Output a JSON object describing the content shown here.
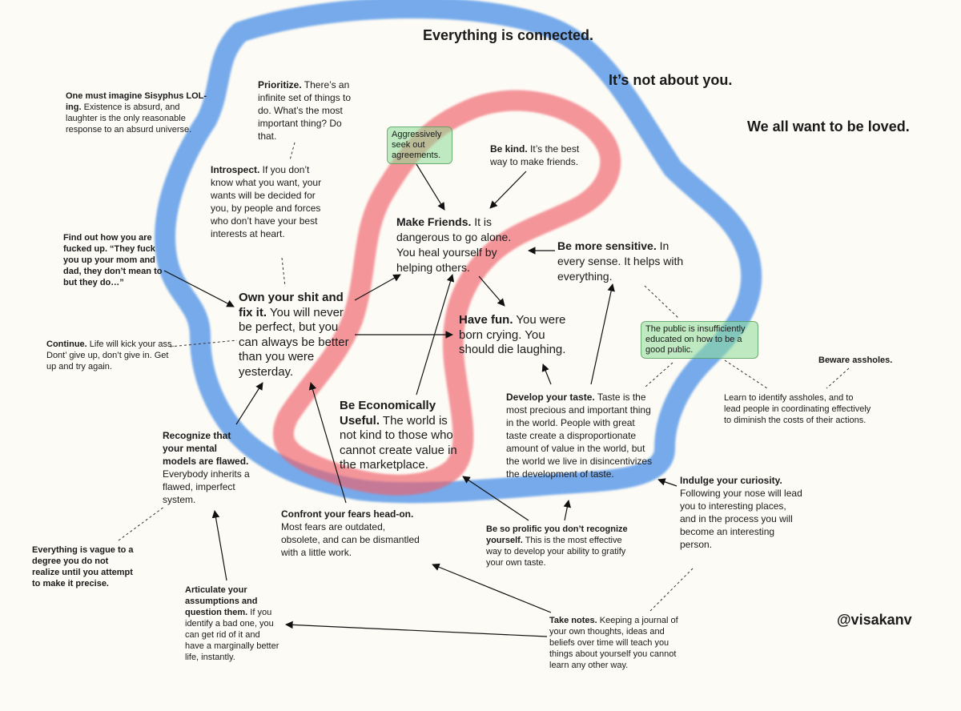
{
  "headlines": {
    "connected": "Everything is connected.",
    "not_about_you": "It’s not about you.",
    "loved": "We all want to be loved."
  },
  "handle": "@visakanv",
  "colors": {
    "blue_loop": "#4a90e8",
    "red_loop": "#f0606a",
    "note_green": "#b8e6bc"
  },
  "notes": {
    "sisyphus": {
      "bold": "One must imagine Sisyphus LOL-ing.",
      "text": " Existence is absurd, and laughter is the only reasonable response to an absurd universe."
    },
    "prioritize": {
      "bold": "Prioritize.",
      "text": " There’s an infinite set of things to do. What’s the most important thing? Do that."
    },
    "aggressively": {
      "text": "Aggressively seek out agreements."
    },
    "be_kind": {
      "bold": "Be kind.",
      "text": " It’s the best way to make friends."
    },
    "introspect": {
      "bold": "Introspect.",
      "text": " If you don’t know what you want, your wants will be decided for you, by people and forces who don’t have your best interests at heart."
    },
    "make_friends": {
      "bold": "Make Friends.",
      "text": " It is dangerous to go alone. You heal yourself by helping others."
    },
    "find_out": {
      "bold": "Find out how you are fucked up. “They fuck you up your mom and dad, they don’t mean to but they do…”",
      "text": ""
    },
    "sensitive": {
      "bold": "Be more sensitive.",
      "text": " In every sense. It helps with everything."
    },
    "own_shit": {
      "bold": "Own your shit and fix it.",
      "text": " You will never be perfect, but you can always be better than you were yesterday."
    },
    "have_fun": {
      "bold": "Have fun.",
      "text": " You were born crying. You should die laughing."
    },
    "public": {
      "text": "The public is insufficiently educated on how to be a good public."
    },
    "continue": {
      "bold": "Continue.",
      "text": " Life will kick your ass. Dont’ give up, don’t give in. Get up and try again."
    },
    "beware": {
      "bold": "Beware assholes.",
      "text": ""
    },
    "learn_assholes": {
      "text": "Learn to identify assholes, and to lead people in coordinating effectively to diminish the costs of their actions."
    },
    "economically": {
      "bold": "Be Economically Useful.",
      "text": " The world is not kind to those who cannot create value in the marketplace."
    },
    "taste": {
      "bold": "Develop your taste.",
      "text": " Taste is the most precious and important thing in the world. People with great taste create a disproportionate amount of value in the world, but the world we live in disincentivizes the development of taste."
    },
    "mental_models": {
      "bold": "Recognize that your mental models are flawed.",
      "text": " Everybody inherits a flawed, imperfect system."
    },
    "curiosity": {
      "bold": "Indulge your curiosity.",
      "text": " Following your nose will lead you to interesting places, and in the process you will become an interesting person."
    },
    "fears": {
      "bold": "Confront your fears head-on.",
      "text": " Most fears are outdated, obsolete, and can be dismantled with a little work."
    },
    "prolific": {
      "bold": "Be so prolific you don’t recognize yourself.",
      "text": " This is the most effective way to develop your ability to gratify your own taste."
    },
    "vague": {
      "bold": "Everything is vague to a degree you do not realize until you attempt to make it precise.",
      "text": ""
    },
    "assumptions": {
      "bold": "Articulate your assumptions and question them.",
      "text": " If you identify a bad one, you can get rid of it and have a marginally better life, instantly."
    },
    "take_notes": {
      "bold": "Take notes.",
      "text": " Keeping a journal of your own thoughts, ideas and beliefs over time will teach you things about yourself you cannot learn any other way."
    }
  }
}
